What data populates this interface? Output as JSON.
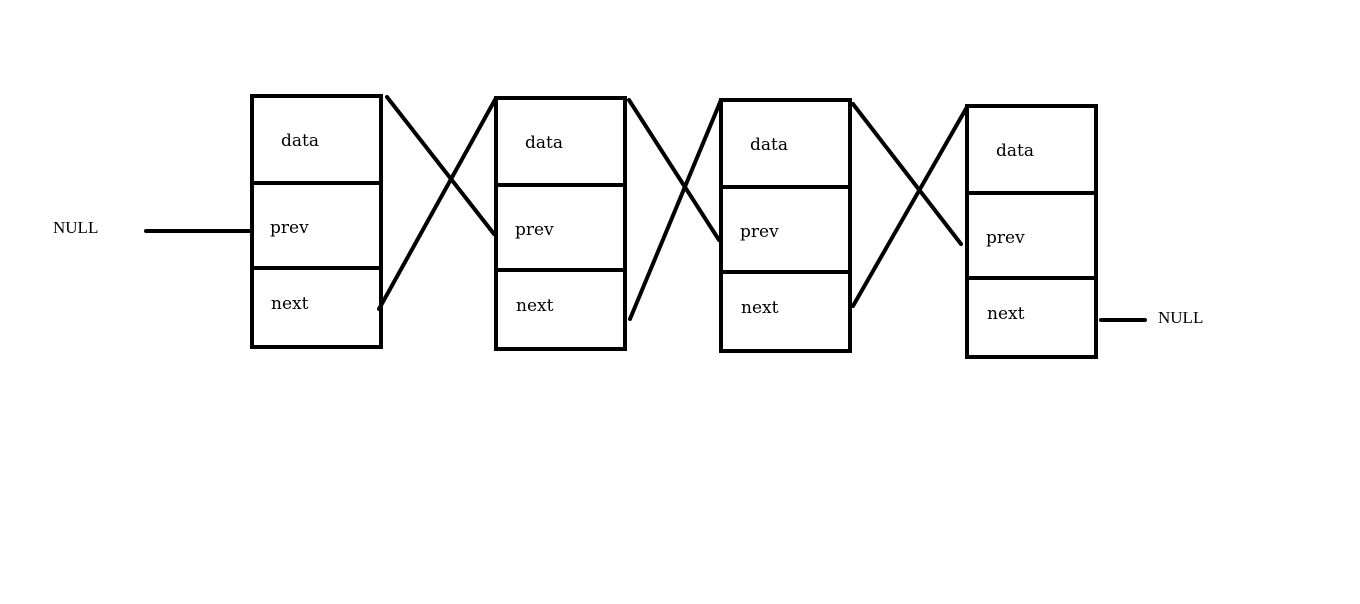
{
  "nodes": [
    {
      "fields": [
        "data",
        "prev",
        "next"
      ]
    },
    {
      "fields": [
        "data",
        "prev",
        "next"
      ]
    },
    {
      "fields": [
        "data",
        "prev",
        "next"
      ]
    },
    {
      "fields": [
        "data",
        "prev",
        "next"
      ]
    }
  ],
  "null_left": "NULL",
  "null_right": "NULL"
}
